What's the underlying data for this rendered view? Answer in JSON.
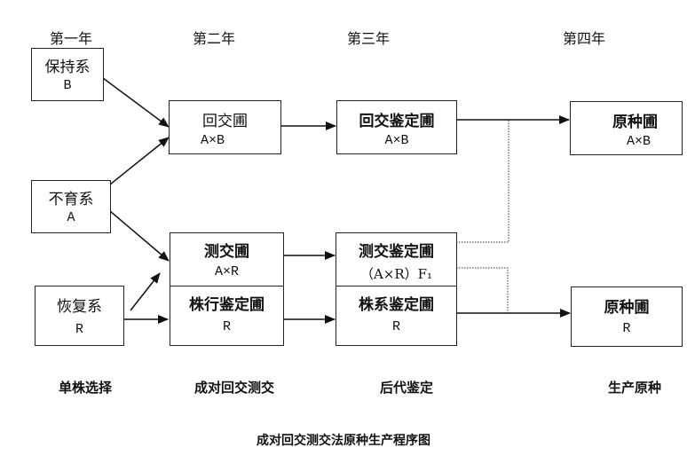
{
  "years": [
    "第一年",
    "第二年",
    "第三年",
    "第四年"
  ],
  "boxes": {
    "maintainer": {
      "title": "保持系",
      "code": "B"
    },
    "sterile": {
      "title": "不育系",
      "code": "A"
    },
    "restorer": {
      "title": "恢复系",
      "code": "R"
    },
    "backcross_nursery": {
      "title": "回交圃",
      "code": "A×B"
    },
    "testcross_nursery": {
      "title": "测交圃",
      "code": "A×R"
    },
    "row_eval_nursery": {
      "title": "株行鉴定圃",
      "code": "R"
    },
    "backcross_eval_nursery": {
      "title": "回交鉴定圃",
      "code": "A×B"
    },
    "testcross_eval_nursery": {
      "title": "测交鉴定圃",
      "code": "（A×R）F₁"
    },
    "line_eval_nursery": {
      "title": "株系鉴定圃",
      "code": "R"
    },
    "original_seed_ab": {
      "title": "原种圃",
      "code": "A×B"
    },
    "original_seed_r": {
      "title": "原种圃",
      "code": "R"
    }
  },
  "stages": [
    "单株选择",
    "成对回交测交",
    "后代鉴定",
    "生产原种"
  ],
  "caption": "成对回交测交法原种生产程序图"
}
